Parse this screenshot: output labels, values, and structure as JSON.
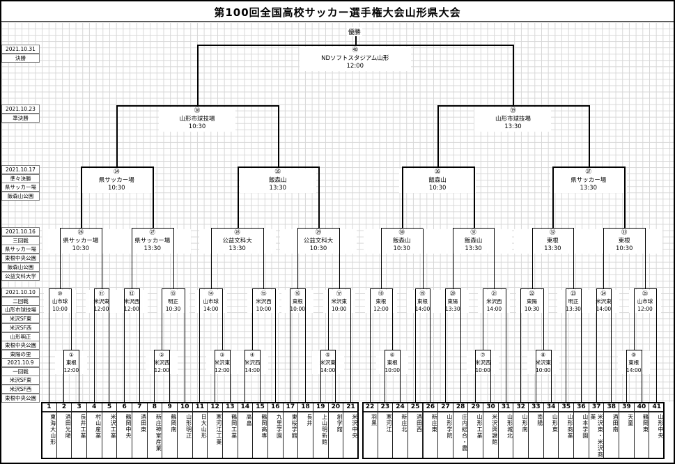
{
  "title": "第100回全国高校サッカー選手権大会山形県大会",
  "champion_label": "優勝",
  "rounds_sidebar": [
    {
      "rows": [
        "2021.10.31",
        "決勝"
      ]
    },
    {
      "rows": [
        "2021.10.23",
        "準決勝"
      ]
    },
    {
      "rows": [
        "2021.10.17",
        "準々決勝",
        "県サッカー場",
        "飯森山公園"
      ]
    },
    {
      "rows": [
        "2021.10.16",
        "三回戦",
        "県サッカー場",
        "東根中央公園",
        "飯森山公園",
        "公益文科大学"
      ]
    },
    {
      "rows": [
        "2021.10.10",
        "二回戦",
        "山形市球技場",
        "米沢SF東",
        "米沢SF西",
        "山形明正",
        "東根中央公園",
        "東陽の里"
      ]
    },
    {
      "rows": [
        "2021.10.9",
        "一回戦",
        "米沢SF東",
        "米沢SF西",
        "東根中央公園"
      ]
    }
  ],
  "teams": [
    {
      "no": "1",
      "name": "東海大山形"
    },
    {
      "no": "2",
      "name": "酒田光陵"
    },
    {
      "no": "3",
      "name": "長井工業"
    },
    {
      "no": "4",
      "name": "村山産業"
    },
    {
      "no": "5",
      "name": "米沢工業"
    },
    {
      "no": "6",
      "name": "鶴岡中央"
    },
    {
      "no": "7",
      "name": "酒田東"
    },
    {
      "no": "8",
      "name": "新庄神室産業"
    },
    {
      "no": "9",
      "name": "鶴岡南"
    },
    {
      "no": "10",
      "name": "山形明正"
    },
    {
      "no": "11",
      "name": "日大山形"
    },
    {
      "no": "12",
      "name": "寒河江工業"
    },
    {
      "no": "13",
      "name": "鶴岡工業"
    },
    {
      "no": "14",
      "name": "高畠"
    },
    {
      "no": "15",
      "name": "鶴岡高専"
    },
    {
      "no": "16",
      "name": "九里学園"
    },
    {
      "no": "17",
      "name": "東桜学館"
    },
    {
      "no": "18",
      "name": "長井"
    },
    {
      "no": "19",
      "name": "上山明新館"
    },
    {
      "no": "20",
      "name": "創学館"
    },
    {
      "no": "21",
      "name": "米沢中央"
    },
    {
      "no": "22",
      "name": "羽黒"
    },
    {
      "no": "23",
      "name": "寒河江"
    },
    {
      "no": "24",
      "name": "新庄北"
    },
    {
      "no": "25",
      "name": "酒田西"
    },
    {
      "no": "26",
      "name": "新庄東"
    },
    {
      "no": "27",
      "name": "山形学院"
    },
    {
      "no": "28",
      "name": "庄内総合・農"
    },
    {
      "no": "29",
      "name": "山形工業"
    },
    {
      "no": "30",
      "name": "米沢興譲館"
    },
    {
      "no": "31",
      "name": "山形城北"
    },
    {
      "no": "32",
      "name": "山形南"
    },
    {
      "no": "33",
      "name": "南陽"
    },
    {
      "no": "34",
      "name": "山形東"
    },
    {
      "no": "35",
      "name": "山形商業"
    },
    {
      "no": "36",
      "name": "山本学園"
    },
    {
      "no": "37",
      "name": "米沢東・米沢商業"
    },
    {
      "no": "38",
      "name": "酒田南"
    },
    {
      "no": "39",
      "name": "天童"
    },
    {
      "no": "40",
      "name": "鶴岡東"
    },
    {
      "no": "41",
      "name": "山形中央"
    }
  ],
  "matches": [
    {
      "id": 1,
      "label": "①",
      "round": "R1",
      "venue": "東根",
      "time": "12:00",
      "children": [
        "T2",
        "T3"
      ]
    },
    {
      "id": 2,
      "label": "②",
      "round": "R1",
      "venue": "米沢西",
      "time": "12:00",
      "children": [
        "T8",
        "T9"
      ]
    },
    {
      "id": 3,
      "label": "③",
      "round": "R1",
      "venue": "米沢東",
      "time": "12:00",
      "children": [
        "T12",
        "T13"
      ]
    },
    {
      "id": 4,
      "label": "④",
      "round": "R1",
      "venue": "米沢西",
      "time": "14:00",
      "children": [
        "T14",
        "T15"
      ]
    },
    {
      "id": 5,
      "label": "⑤",
      "round": "R1",
      "venue": "米沢東",
      "time": "14:00",
      "children": [
        "T19",
        "T20"
      ]
    },
    {
      "id": 6,
      "label": "⑥",
      "round": "R1",
      "venue": "東根",
      "time": "10:00",
      "children": [
        "T23",
        "T24"
      ]
    },
    {
      "id": 7,
      "label": "⑦",
      "round": "R1",
      "venue": "米沢西",
      "time": "10:00",
      "children": [
        "T29",
        "T30"
      ]
    },
    {
      "id": 8,
      "label": "⑧",
      "round": "R1",
      "venue": "米沢東",
      "time": "10:00",
      "children": [
        "T33",
        "T34"
      ]
    },
    {
      "id": 9,
      "label": "⑨",
      "round": "R1",
      "venue": "東根",
      "time": "14:00",
      "children": [
        "T39",
        "T40"
      ]
    },
    {
      "id": 10,
      "label": "⑩",
      "round": "R2",
      "venue": "山市球",
      "time": "10:00",
      "children": [
        "T1",
        "M1"
      ]
    },
    {
      "id": 11,
      "label": "⑪",
      "round": "R2",
      "venue": "米沢東",
      "time": "12:00",
      "children": [
        "T4",
        "T5"
      ]
    },
    {
      "id": 12,
      "label": "⑫",
      "round": "R2",
      "venue": "米沢西",
      "time": "12:00",
      "children": [
        "T6",
        "T7"
      ]
    },
    {
      "id": 13,
      "label": "⑬",
      "round": "R2",
      "venue": "明正",
      "time": "10:30",
      "children": [
        "M2",
        "T10"
      ]
    },
    {
      "id": 14,
      "label": "⑭",
      "round": "R2",
      "venue": "山市球",
      "time": "14:00",
      "children": [
        "T11",
        "M3"
      ]
    },
    {
      "id": 15,
      "label": "⑮",
      "round": "R2",
      "venue": "米沢西",
      "time": "10:00",
      "children": [
        "M4",
        "T16"
      ]
    },
    {
      "id": 16,
      "label": "⑯",
      "round": "R2",
      "venue": "東根",
      "time": "10:00",
      "children": [
        "T17",
        "T18"
      ]
    },
    {
      "id": 17,
      "label": "⑰",
      "round": "R2",
      "venue": "米沢東",
      "time": "10:00",
      "children": [
        "M5",
        "T21"
      ]
    },
    {
      "id": 18,
      "label": "⑱",
      "round": "R2",
      "venue": "東根",
      "time": "12:00",
      "children": [
        "T22",
        "M6"
      ]
    },
    {
      "id": 19,
      "label": "⑲",
      "round": "R2",
      "venue": "東根",
      "time": "14:00",
      "children": [
        "T25",
        "T26"
      ]
    },
    {
      "id": 20,
      "label": "⑳",
      "round": "R2",
      "venue": "東陽",
      "time": "13:30",
      "children": [
        "T27",
        "T28"
      ]
    },
    {
      "id": 21,
      "label": "㉑",
      "round": "R2",
      "venue": "米沢西",
      "time": "14:00",
      "children": [
        "M7",
        "T31"
      ]
    },
    {
      "id": 22,
      "label": "㉒",
      "round": "R2",
      "venue": "東陽",
      "time": "10:30",
      "children": [
        "T32",
        "M8"
      ]
    },
    {
      "id": 23,
      "label": "㉓",
      "round": "R2",
      "venue": "明正",
      "time": "13:30",
      "children": [
        "T35",
        "T36"
      ]
    },
    {
      "id": 24,
      "label": "㉔",
      "round": "R2",
      "venue": "米沢東",
      "time": "14:00",
      "children": [
        "T37",
        "T38"
      ]
    },
    {
      "id": 25,
      "label": "㉕",
      "round": "R2",
      "venue": "山市球",
      "time": "12:00",
      "children": [
        "M9",
        "T41"
      ]
    },
    {
      "id": 26,
      "label": "㉖",
      "round": "R3",
      "venue": "県サッカー場",
      "time": "10:30",
      "children": [
        "M10",
        "M11"
      ]
    },
    {
      "id": 27,
      "label": "㉗",
      "round": "R3",
      "venue": "県サッカー場",
      "time": "13:30",
      "children": [
        "M12",
        "M13"
      ]
    },
    {
      "id": 28,
      "label": "㉘",
      "round": "R3",
      "venue": "公益文科大",
      "time": "13:30",
      "children": [
        "M14",
        "M15"
      ]
    },
    {
      "id": 29,
      "label": "㉙",
      "round": "R3",
      "venue": "公益文科大",
      "time": "10:30",
      "children": [
        "M16",
        "M17"
      ]
    },
    {
      "id": 30,
      "label": "㉚",
      "round": "R3",
      "venue": "飯森山",
      "time": "10:30",
      "children": [
        "M18",
        "M19"
      ]
    },
    {
      "id": 31,
      "label": "㉛",
      "round": "R3",
      "venue": "飯森山",
      "time": "13:30",
      "children": [
        "M20",
        "M21"
      ]
    },
    {
      "id": 32,
      "label": "㉜",
      "round": "R3",
      "venue": "東根",
      "time": "13:30",
      "children": [
        "M22",
        "M23"
      ]
    },
    {
      "id": 33,
      "label": "㉝",
      "round": "R3",
      "venue": "東根",
      "time": "10:30",
      "children": [
        "M24",
        "M25"
      ]
    },
    {
      "id": 34,
      "label": "㉞",
      "round": "QF",
      "venue": "県サッカー場",
      "time": "10:30",
      "children": [
        "M26",
        "M27"
      ]
    },
    {
      "id": 35,
      "label": "㉟",
      "round": "QF",
      "venue": "飯森山",
      "time": "13:30",
      "children": [
        "M28",
        "M29"
      ]
    },
    {
      "id": 36,
      "label": "㊱",
      "round": "QF",
      "venue": "飯森山",
      "time": "10:30",
      "children": [
        "M30",
        "M31"
      ]
    },
    {
      "id": 37,
      "label": "㊲",
      "round": "QF",
      "venue": "県サッカー場",
      "time": "13:30",
      "children": [
        "M32",
        "M33"
      ]
    },
    {
      "id": 38,
      "label": "㊳",
      "round": "SF",
      "venue": "山形市球技場",
      "time": "10:30",
      "children": [
        "M34",
        "M35"
      ]
    },
    {
      "id": 39,
      "label": "㊴",
      "round": "SF",
      "venue": "山形市球技場",
      "time": "13:30",
      "children": [
        "M36",
        "M37"
      ]
    },
    {
      "id": 40,
      "label": "㊵",
      "round": "F",
      "venue": "NDソフトスタジアム山形",
      "time": "12:00",
      "children": [
        "M38",
        "M39"
      ]
    }
  ]
}
